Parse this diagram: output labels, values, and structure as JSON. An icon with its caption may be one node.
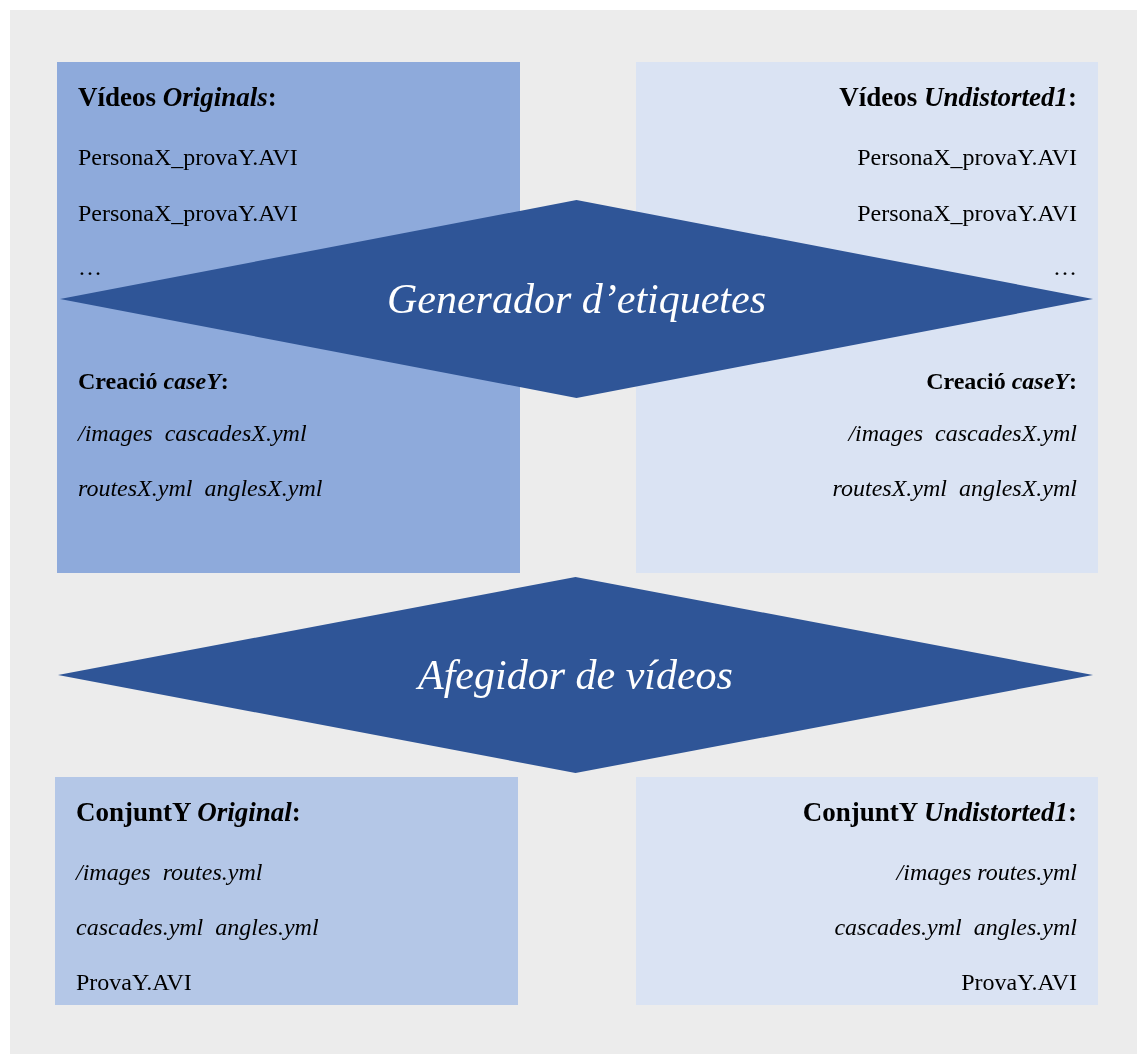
{
  "diagram": {
    "nodes": [
      {
        "text": [
          "Vídeos *Originals*:",
          "PersonaX_provaY.AVI",
          "PersonaX_provaY.AVI",
          "…",
          "Creació *caseY*:",
          "/images  cascadesX.yml",
          "routesX.yml  anglesX.yml"
        ]
      },
      {
        "text": [
          "Vídeos *Undistorted1*:",
          "PersonaX_provaY.AVI",
          "PersonaX_provaY.AVI",
          "…",
          "Creació *caseY*:",
          "/images  cascadesX.yml",
          "routesX.yml  anglesX.yml"
        ]
      },
      {
        "text": [
          "Generador d’etiquetes"
        ]
      },
      {
        "text": [
          "Afegidor de vídeos"
        ]
      },
      {
        "text": [
          "ConjuntY *Original*:",
          "/images  routes.yml",
          "cascades.yml  angles.yml",
          "ProvaY.AVI"
        ]
      },
      {
        "text": [
          "ConjuntY *Undistorted1*:",
          "/images routes.yml",
          "cascades.yml  angles.yml",
          "ProvaY.AVI"
        ]
      }
    ],
    "edges": []
  }
}
